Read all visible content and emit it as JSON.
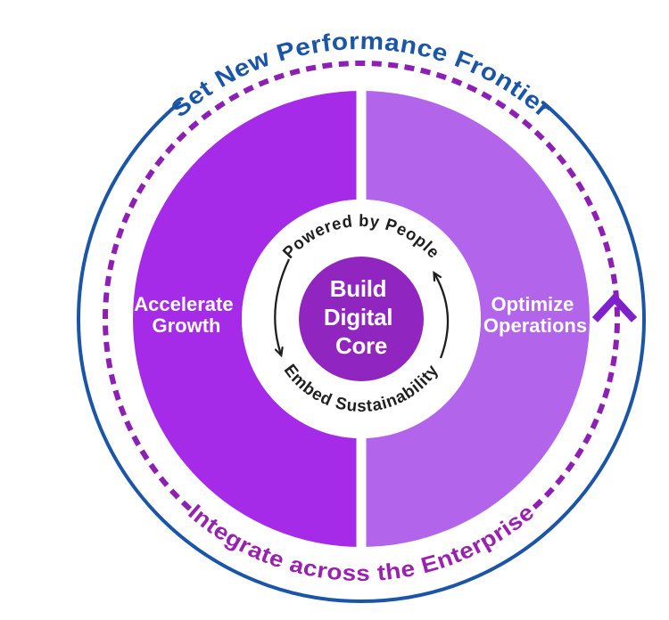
{
  "diagram": {
    "top_arc_label": "Set New Performance Frontier",
    "bottom_arc_label": "Integrate across the Enterprise",
    "segments": {
      "left": {
        "line1": "Accelerate",
        "line2": "Growth"
      },
      "right": {
        "line1": "Optimize",
        "line2": "Operations"
      }
    },
    "inner_arc_top": "Powered by People",
    "inner_arc_bottom": "Embed Sustainability",
    "core": {
      "line1": "Build",
      "line2": "Digital",
      "line3": "Core"
    }
  },
  "icons": {
    "up_chevron": "^",
    "ccw_arrow_left": "curved-arrow-down",
    "ccw_arrow_right": "curved-arrow-up"
  },
  "colors": {
    "outer_circle_blue": "#1B55A8",
    "top_label_blue": "#1B55A8",
    "dotted_ring_purple": "#8D1FB4",
    "bottom_label_purple": "#9A21B0",
    "chevron_purple": "#7F20CC",
    "segment_left_purple": "#A52BE9",
    "segment_right_purple": "#B264EA",
    "core_circle_purple": "#9125C0",
    "inner_text_dark": "#1F1F1F",
    "arrow_dark": "#1F1F1F",
    "label_white": "#FFFFFF"
  }
}
